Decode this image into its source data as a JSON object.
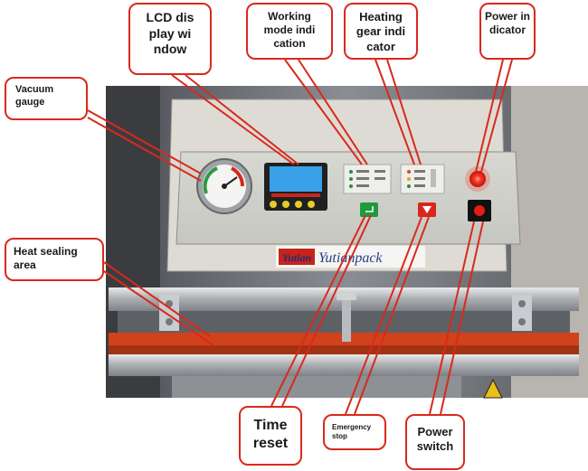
{
  "labels": {
    "lcd": "LCD dis\nplay wi\nndow",
    "working_mode": "Working\nmode indi\ncation",
    "heating_gear": "Heating\ngear indi\ncator",
    "power_indicator": "Power in\ndicator",
    "vacuum_gauge": "Vacuum\ngauge",
    "heat_sealing": "Heat sealing\narea",
    "time_reset": "Time\nreset",
    "emergency_stop": "Emergency\nstop",
    "power_switch": "Power\nswitch"
  },
  "photo": {
    "brand_tag": "Yutian",
    "brand_main": "Yutianpack"
  },
  "colors": {
    "callout_border": "#d9291c",
    "lcd_screen": "#3aa0e8",
    "heater_bar": "#d2421a",
    "power_lamp": "#ff2a1a",
    "reset_button": "#1e9a3c",
    "stop_button": "#d8261c"
  }
}
